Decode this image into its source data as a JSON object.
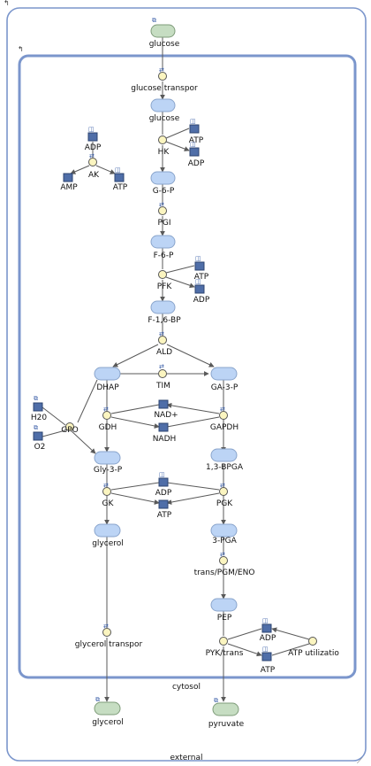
{
  "compartments": {
    "outer": "external",
    "inner": "cytosol"
  },
  "species": {
    "glucose_ext": "glucose",
    "glucose": "glucose",
    "g6p": "G-6-P",
    "f6p": "F-6-P",
    "f16bp": "F-1,6-BP",
    "dhap": "DHAP",
    "ga3p": "GA-3-P",
    "nad": "NAD+",
    "nadh": "NADH",
    "gly3p": "Gly-3-P",
    "bpga": "1,3-BPGA",
    "pga3": "3-PGA",
    "pep": "PEP",
    "glycerol": "glycerol",
    "glycerol_ext": "glycerol",
    "pyruvate_ext": "pyruvate",
    "h2o": "H20",
    "o2": "O2",
    "adp_hk": "ADP",
    "atp_hk": "ATP",
    "adp_ak": "ADP",
    "amp_ak": "AMP",
    "atp_ak": "ATP",
    "atp_pfk": "ATP",
    "adp_pfk": "ADP",
    "adp_gk": "ADP",
    "atp_gk": "ATP",
    "adp_pyk": "ADP",
    "atp_pyk": "ATP"
  },
  "reactions": {
    "glucose_transport": "glucose transpor",
    "hk": "HK",
    "ak": "AK",
    "pgi": "PGI",
    "pfk": "PFK",
    "ald": "ALD",
    "tim": "TIM",
    "gdh": "GDH",
    "gapdh": "GAPDH",
    "gpo": "GPO",
    "gk": "GK",
    "pgk": "PGK",
    "trans_pgm_eno": "trans/PGM/ENO",
    "pyk_trans": "PYK/trans",
    "atp_utilization": "ATP utilizatio",
    "glycerol_transport": "glycerol transpor"
  },
  "colors": {
    "compartment": "#7b96cc",
    "species_fill": "#bcd4f5",
    "species_ext_fill": "#c6ddc2",
    "cofactor_fill": "#4f6ea8",
    "reaction_fill": "#fbf5c0",
    "edge": "#5a5a5a"
  }
}
